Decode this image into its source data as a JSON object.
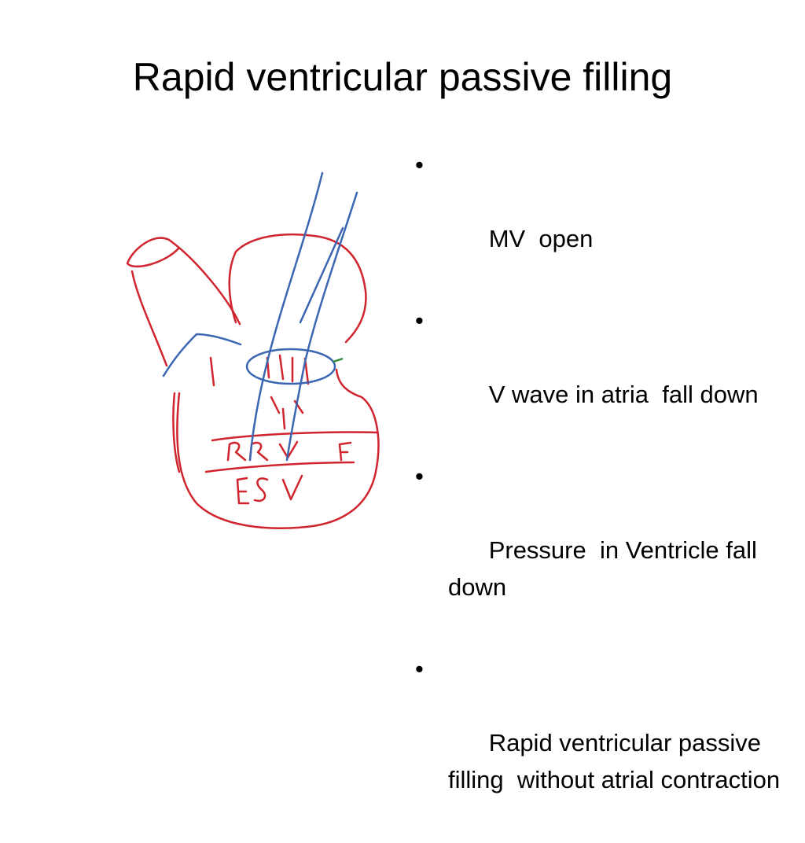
{
  "slide": {
    "title": "Rapid ventricular passive filling",
    "bullet_marker": "•",
    "bullets": [
      "MV  open",
      "V wave in atria  fall down",
      "Pressure  in Ventricle fall down",
      "Rapid ventricular passive filling  without atrial contraction"
    ]
  },
  "sketch": {
    "handwritten_labels": [
      "RRVF",
      "ESV"
    ],
    "colors": {
      "red": "#d0252e",
      "blue": "#3a66b2",
      "green": "#2e8b3a",
      "text": "#000000"
    }
  }
}
